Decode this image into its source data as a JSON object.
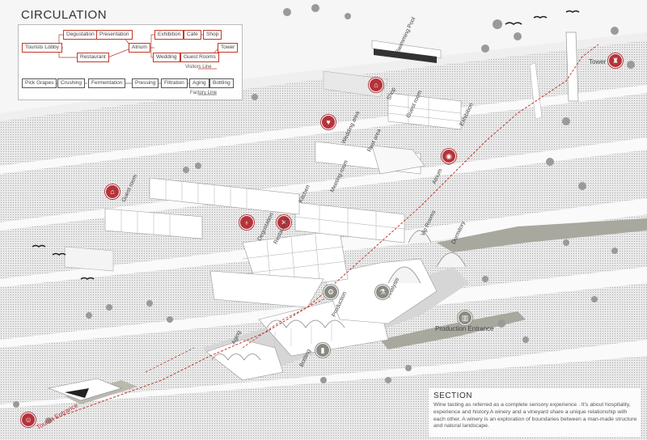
{
  "circulation": {
    "title": "CIRCULATION",
    "visitor_nodes": [
      "Tourists Lobby",
      "Degustation",
      "Presentation",
      "Restaurant",
      "Atrium",
      "Exhibition",
      "Cafe",
      "Shop",
      "Wedding",
      "Guest Rooms",
      "Tower"
    ],
    "factory_nodes": [
      "Pick Grapes",
      "Crushing",
      "Fermentation",
      "Pressing",
      "Filtration",
      "Aging",
      "Bottling"
    ],
    "visitors_line_label": "Visitors Line",
    "factory_line_label": "Factory Line",
    "visitors_line_color": "#c0392b",
    "factory_line_color": "#555555"
  },
  "labels": {
    "swimming_pool": "Swimming Pool",
    "tower": "Tower",
    "shop": "Shop",
    "guest_room_top": "Guest room",
    "exhibition": "Exhibition",
    "wedding_area": "Wedding area",
    "rest_area": "Rest area",
    "atrium": "Atrium",
    "meeting_room": "Meeting room",
    "kitchen": "Kitchen",
    "guest_room_left": "Guest room",
    "degustation": "Degustation",
    "restaurant": "Restaurant",
    "vip_rooms": "Vip Rooms",
    "dormitory": "Dormitory",
    "analysis": "Analysis",
    "production": "Production",
    "production_entrance": "Production Entrance",
    "aging": "Aging",
    "bottling": "Bottling",
    "tourist_entrance": "Tourist Entrance"
  },
  "section": {
    "title": "SECTION",
    "body": "Wine tasting as referred as a complete sensory experience . It's about hospitality, experience and history.A winery and a vineyard share a unique relationship with each other. A winery is an exploration of boundaries between a man-made structure and natural landscape."
  },
  "colors": {
    "accent": "#b5333a",
    "ground": "#e4e4e4",
    "terrace": "#f7f7f7",
    "road": "#a8a89e"
  }
}
